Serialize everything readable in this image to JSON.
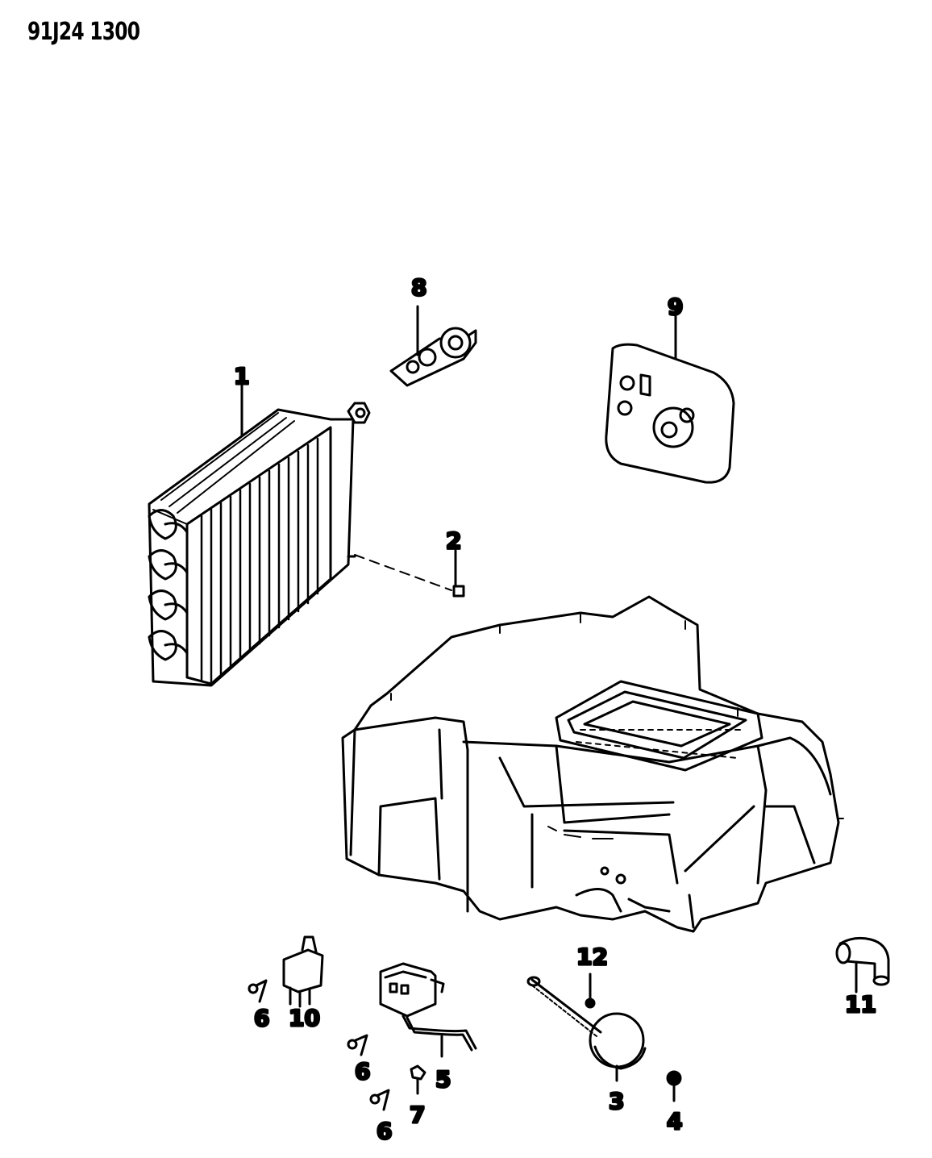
{
  "diagram_id": "91J24 1300",
  "callouts": [
    {
      "key": "c1",
      "label": "1"
    },
    {
      "key": "c2",
      "label": "2"
    },
    {
      "key": "c3",
      "label": "3"
    },
    {
      "key": "c4",
      "label": "4"
    },
    {
      "key": "c5",
      "label": "5"
    },
    {
      "key": "c6a",
      "label": "6"
    },
    {
      "key": "c6b",
      "label": "6"
    },
    {
      "key": "c6c",
      "label": "6"
    },
    {
      "key": "c7",
      "label": "7"
    },
    {
      "key": "c8",
      "label": "8"
    },
    {
      "key": "c9",
      "label": "9"
    },
    {
      "key": "c10",
      "label": "10"
    },
    {
      "key": "c11",
      "label": "11"
    },
    {
      "key": "c12",
      "label": "12"
    }
  ]
}
